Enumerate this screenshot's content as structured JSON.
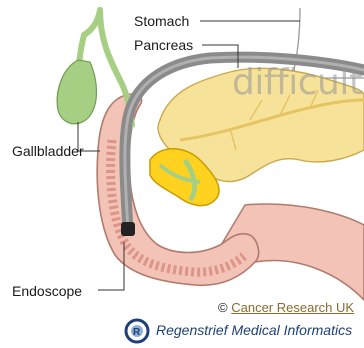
{
  "labels": {
    "stomach": "Stomach",
    "pancreas": "Pancreas",
    "gallbladder": "Gallbladder",
    "endoscope": "Endoscope"
  },
  "watermark": "difficult",
  "credit": {
    "symbol": "©",
    "link_text": "Cancer Research UK"
  },
  "brand": {
    "name": "Regenstrief Medical Informatics"
  },
  "colors": {
    "gallbladder": "#a6cf84",
    "pancreas": "#f7e29a",
    "duodenum": "#f2c3b6",
    "duodenum_inner": "#d6857a",
    "bile_duct": "#ffd21f",
    "endoscope": "#8b8b8b",
    "brand_blue": "#1f3f78"
  }
}
